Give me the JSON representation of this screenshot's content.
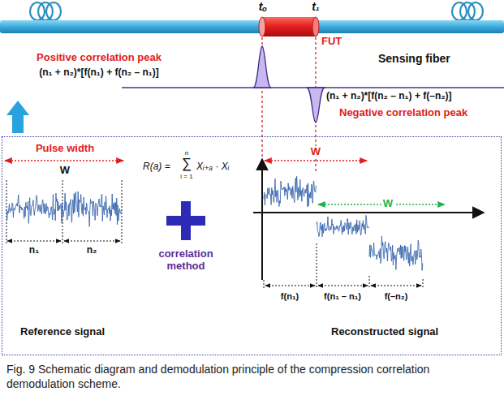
{
  "diagram": {
    "caption": "Fig. 9 Schematic diagram and demodulation principle of the compression correlation demodulation scheme.",
    "nodes": [
      {
        "text": [
          "Reference signal",
          "Reconstructed signal"
        ]
      }
    ],
    "labels": [
      "tₒ",
      "t₁",
      "FUT",
      "Sensing fiber",
      "Positive correlation peak",
      "(n₁ + n₂)*[f(n₁) + f(n₂ – n₁)]",
      "(n₁ + n₂)*[f(n₂ – n₁) + f(–n₂)]",
      "Negative correlation peak",
      "Pulse width",
      "W",
      "n₁",
      "n₂",
      "R(a) =",
      "n",
      "∑",
      "i = 1",
      "Xᵢ₊ₐ · Xᵢ",
      "correlation method",
      "W",
      "W",
      "f(n₁)",
      "f(n₁ – n₁)",
      "f(–n₂)"
    ]
  }
}
